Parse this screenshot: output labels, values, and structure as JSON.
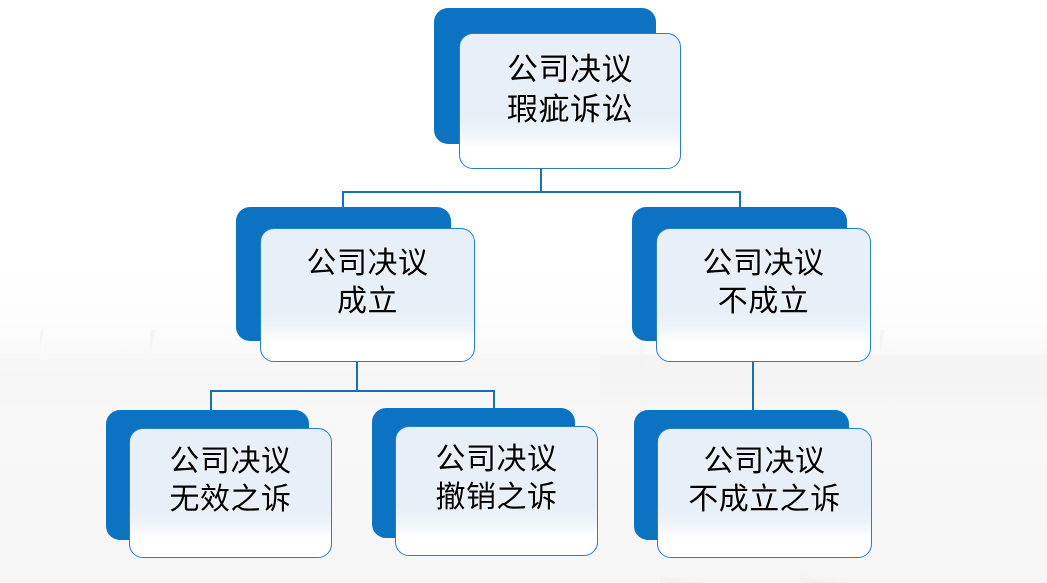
{
  "diagram": {
    "type": "organization-tree",
    "title_text": "公司决议瑕疵诉讼",
    "colors": {
      "card_back_blue": "#0b73c2",
      "card_front_top": "#e7eff8",
      "card_front_bottom": "#ffffff",
      "card_border": "#2a7fc0",
      "connector": "#1471b8",
      "text": "#000000",
      "background": "#ffffff"
    },
    "nodes": {
      "root": {
        "id": "gongsi-jueyi-xiaci-susong",
        "line1": "公司决议",
        "line2": "瑕疵诉讼",
        "full_text": "公司决议瑕疵诉讼"
      },
      "level2_left": {
        "id": "gongsi-jueyi-chengli",
        "line1": "公司决议",
        "line2": "成立",
        "full_text": "公司决议成立"
      },
      "level2_right": {
        "id": "gongsi-jueyi-bu-chengli",
        "line1": "公司决议",
        "line2": "不成立",
        "full_text": "公司决议不成立"
      },
      "level3_a": {
        "id": "gongsi-jueyi-wuxiao-zhi-su",
        "line1": "公司决议",
        "line2": "无效之诉",
        "full_text": "公司决议无效之诉"
      },
      "level3_b": {
        "id": "gongsi-jueyi-chexiao-zhi-su",
        "line1": "公司决议",
        "line2": "撤销之诉",
        "full_text": "公司决议撤销之诉"
      },
      "level3_c": {
        "id": "gongsi-jueyi-bu-chengli-zhi-su",
        "line1": "公司决议",
        "line2": "不成立之诉",
        "full_text": "公司决议不成立之诉"
      }
    },
    "edges": [
      {
        "from": "root",
        "to": "level2_left"
      },
      {
        "from": "root",
        "to": "level2_right"
      },
      {
        "from": "level2_left",
        "to": "level3_a"
      },
      {
        "from": "level2_left",
        "to": "level3_b"
      },
      {
        "from": "level2_right",
        "to": "level3_c"
      }
    ]
  }
}
